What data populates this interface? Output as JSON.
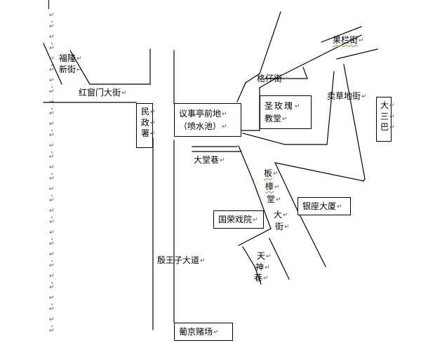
{
  "diagram": {
    "return_mark": "↵",
    "streets": {
      "fulong": [
        "福隆",
        "新街"
      ],
      "hongchuangmen": "红窗门大街",
      "yizitingqiandi": "议事亭前地",
      "penshuichi": "（喷水池）",
      "datangxiang": "大堂巷",
      "xiaziwei": "殷王子大道",
      "guolanjie": "果栏街",
      "gezijie": "格仔街",
      "maicaodijie": "卖草地街",
      "banzhangtang": [
        "板",
        "樟",
        "堂",
        "大",
        "街"
      ],
      "tianshenxiang": [
        "天",
        "神",
        "巷"
      ]
    },
    "buildings": {
      "minzhengshu": [
        "民",
        "政",
        "署"
      ],
      "shengmeigui": [
        "圣玫瑰",
        "教堂"
      ],
      "dasanba": [
        "大",
        "三",
        "巴"
      ],
      "yinzuodasha": "银座大厦",
      "guorongxiyuan": "国荣戏院",
      "puquandouchang": "葡京赌场"
    }
  }
}
